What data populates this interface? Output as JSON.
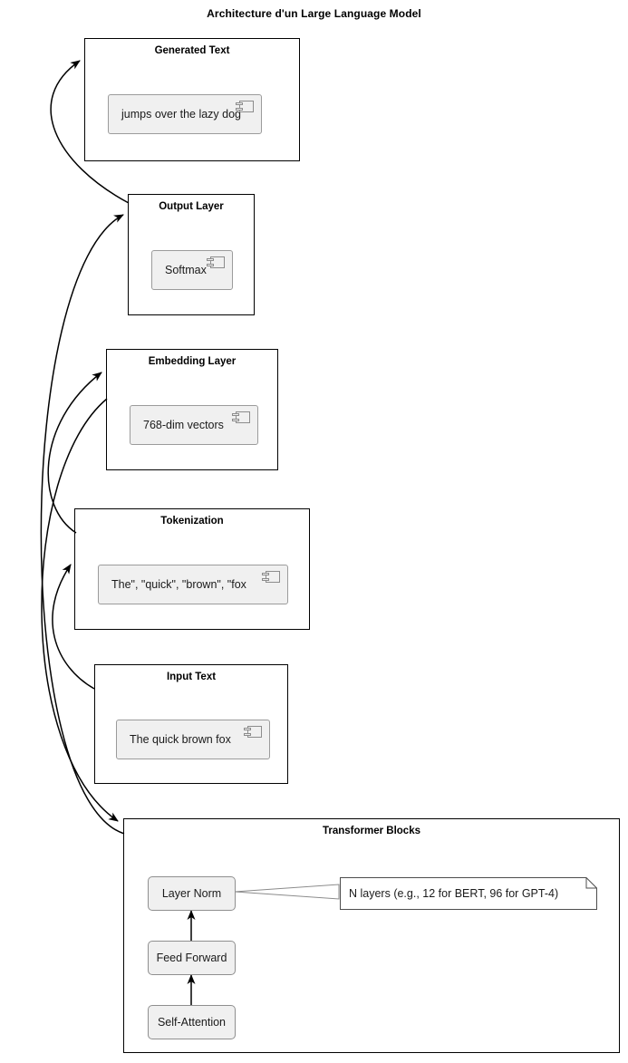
{
  "title": "Architecture d'un Large Language Model",
  "packages": [
    {
      "name": "Generated Text",
      "component": {
        "label": "jumps over the lazy dog",
        "icon": "uml-component-icon"
      }
    },
    {
      "name": "Output Layer",
      "component": {
        "label": "Softmax",
        "icon": "uml-component-icon"
      }
    },
    {
      "name": "Embedding Layer",
      "component": {
        "label": "768-dim vectors",
        "icon": "uml-component-icon"
      }
    },
    {
      "name": "Tokenization",
      "component": {
        "label": "The\", \"quick\", \"brown\", \"fox",
        "icon": "uml-component-icon"
      }
    },
    {
      "name": "Input Text",
      "component": {
        "label": "The quick brown fox",
        "icon": "uml-component-icon"
      }
    },
    {
      "name": "Transformer Blocks",
      "nodes": [
        {
          "label": "Layer Norm"
        },
        {
          "label": "Feed Forward"
        },
        {
          "label": "Self-Attention"
        }
      ],
      "note": {
        "text": "N layers (e.g., 12 for BERT, 96 for GPT-4)"
      }
    }
  ],
  "flow": {
    "edges": [
      {
        "from": "Input Text",
        "to": "Tokenization"
      },
      {
        "from": "Tokenization",
        "to": "Embedding Layer"
      },
      {
        "from": "Embedding Layer",
        "to": "Transformer Blocks"
      },
      {
        "from": "Transformer Blocks",
        "to": "Output Layer"
      },
      {
        "from": "Output Layer",
        "to": "Generated Text"
      }
    ],
    "internal_edges": [
      {
        "from": "Self-Attention",
        "to": "Feed Forward"
      },
      {
        "from": "Feed Forward",
        "to": "Layer Norm"
      }
    ],
    "note_links": [
      {
        "from": "Layer Norm",
        "to": "N layers (e.g., 12 for BERT, 96 for GPT-4)"
      }
    ]
  },
  "colors": {
    "background": "#ffffff",
    "stroke": "#000000",
    "component_fill": "#f0f0f0",
    "component_border": "#9b9b9b",
    "note_link": "#8a8a8a"
  }
}
